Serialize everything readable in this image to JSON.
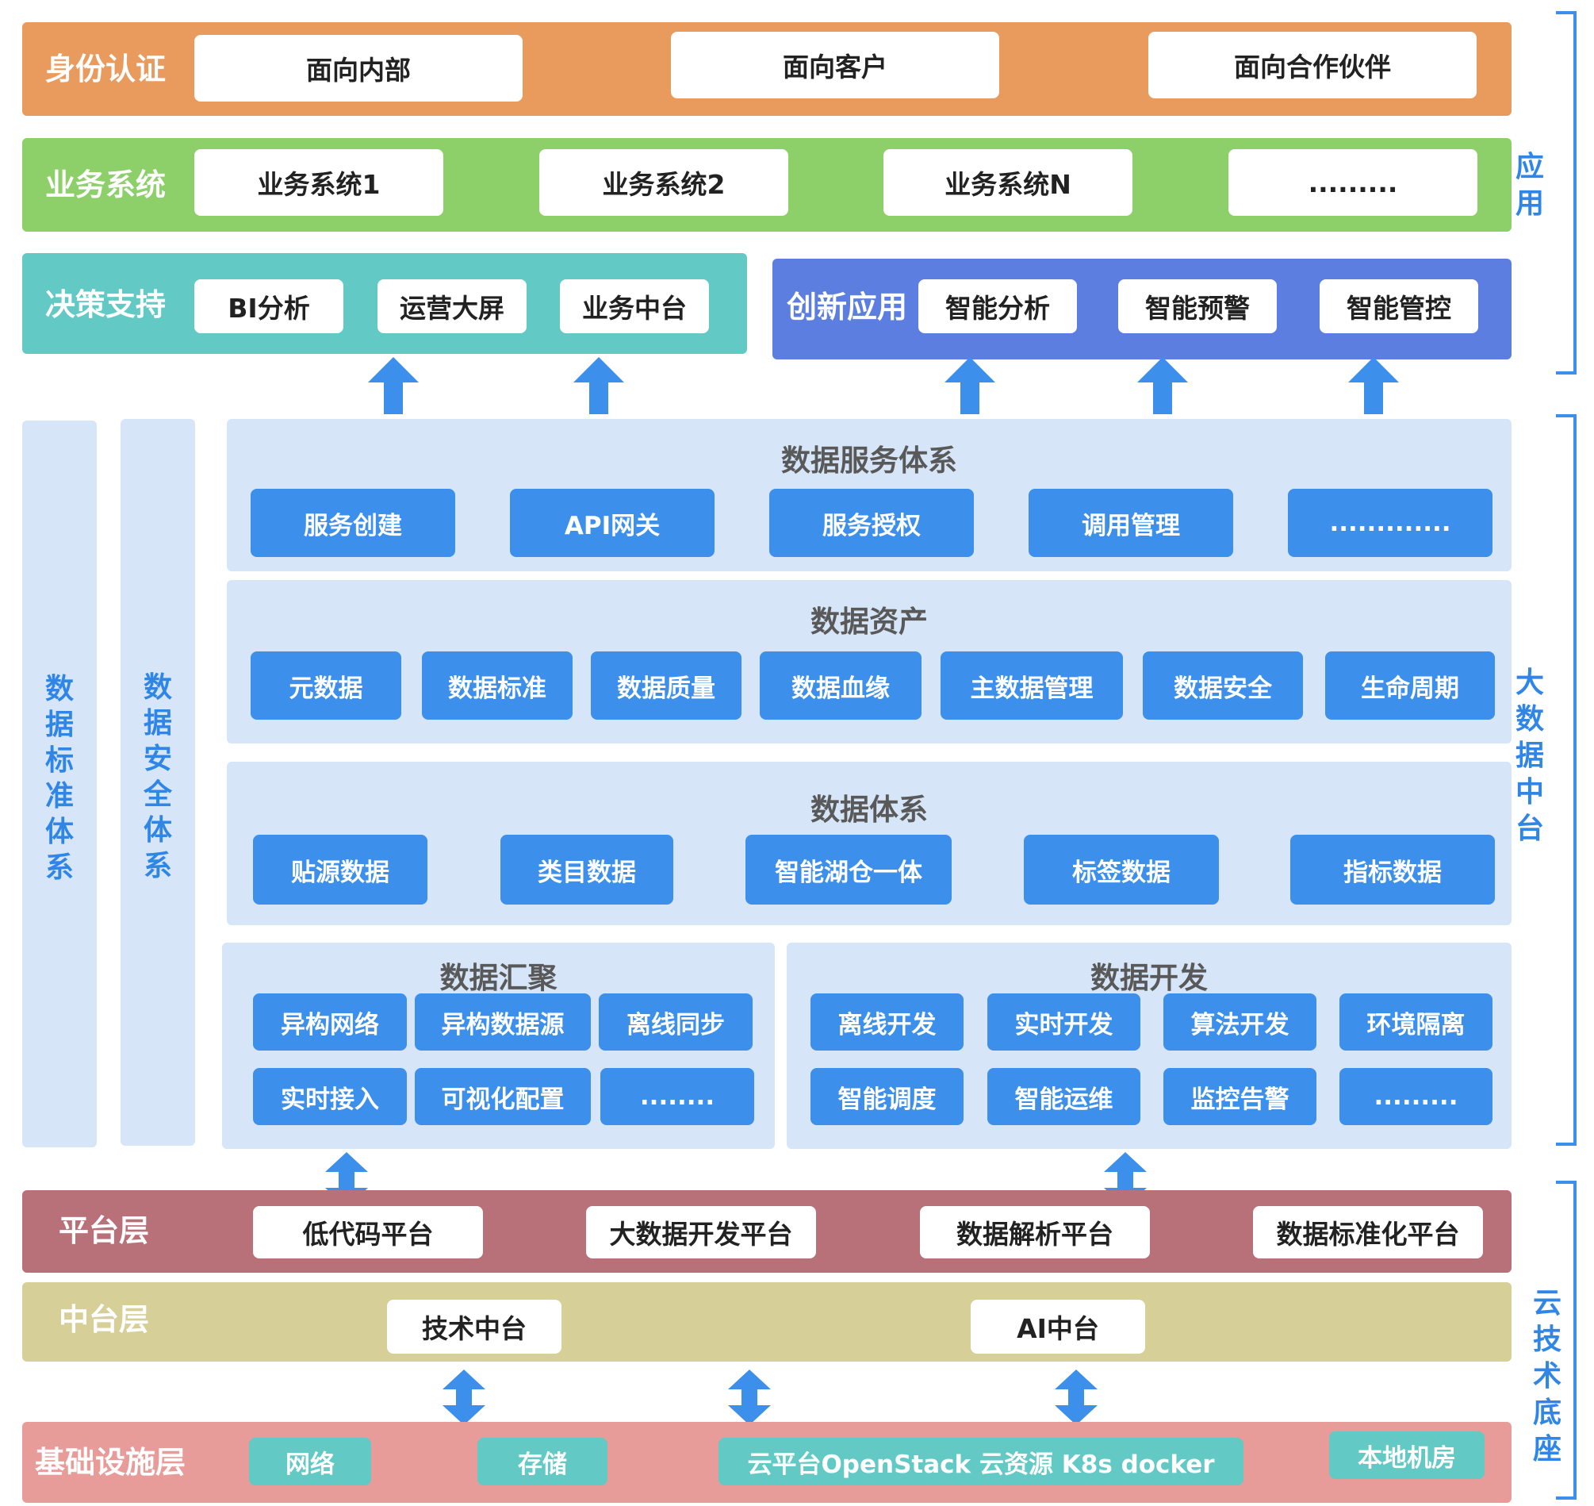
{
  "colors": {
    "identity": "#e99b5e",
    "business": "#8dd06a",
    "decision": "#62c9c4",
    "innovation": "#5b7ee0",
    "panel": "#d6e6f8",
    "blue_box": "#3c8fea",
    "platform": "#b87079",
    "middle": "#d6cf98",
    "infra": "#e89c9a",
    "teal_box": "#62c9c4",
    "side_text": "#2f86e6"
  },
  "identity": {
    "title": "身份认证",
    "items": [
      "面向内部",
      "面向客户",
      "面向合作伙伴"
    ]
  },
  "business": {
    "title": "业务系统",
    "items": [
      "业务系统1",
      "业务系统2",
      "业务系统N",
      "........."
    ]
  },
  "decision": {
    "title": "决策支持",
    "items": [
      "BI分析",
      "运营大屏",
      "业务中台"
    ]
  },
  "innovation": {
    "title": "创新应用",
    "items": [
      "智能分析",
      "智能预警",
      "智能管控"
    ]
  },
  "left_bars": [
    "数据标准体系",
    "数据安全体系"
  ],
  "service": {
    "title": "数据服务体系",
    "items": [
      "服务创建",
      "API网关",
      "服务授权",
      "调用管理",
      "............."
    ]
  },
  "assets": {
    "title": "数据资产",
    "items": [
      "元数据",
      "数据标准",
      "数据质量",
      "数据血缘",
      "主数据管理",
      "数据安全",
      "生命周期"
    ]
  },
  "system": {
    "title": "数据体系",
    "items": [
      "贴源数据",
      "类目数据",
      "智能湖仓一体",
      "标签数据",
      "指标数据"
    ]
  },
  "aggregation": {
    "title": "数据汇聚",
    "items": [
      "异构网络",
      "异构数据源",
      "离线同步",
      "实时接入",
      "可视化配置",
      "........"
    ]
  },
  "development": {
    "title": "数据开发",
    "items": [
      "离线开发",
      "实时开发",
      "算法开发",
      "环境隔离",
      "智能调度",
      "智能运维",
      "监控告警",
      "........."
    ]
  },
  "platform": {
    "title": "平台层",
    "items": [
      "低代码平台",
      "大数据开发平台",
      "数据解析平台",
      "数据标准化平台"
    ]
  },
  "middle": {
    "title": "中台层",
    "items": [
      "技术中台",
      "AI中台"
    ]
  },
  "infra": {
    "title": "基础设施层",
    "items": [
      "网络",
      "存储",
      "云平台OpenStack 云资源 K8s docker",
      "本地机房"
    ]
  },
  "side_labels": [
    "应用",
    "大数据中台",
    "云技术底座"
  ]
}
